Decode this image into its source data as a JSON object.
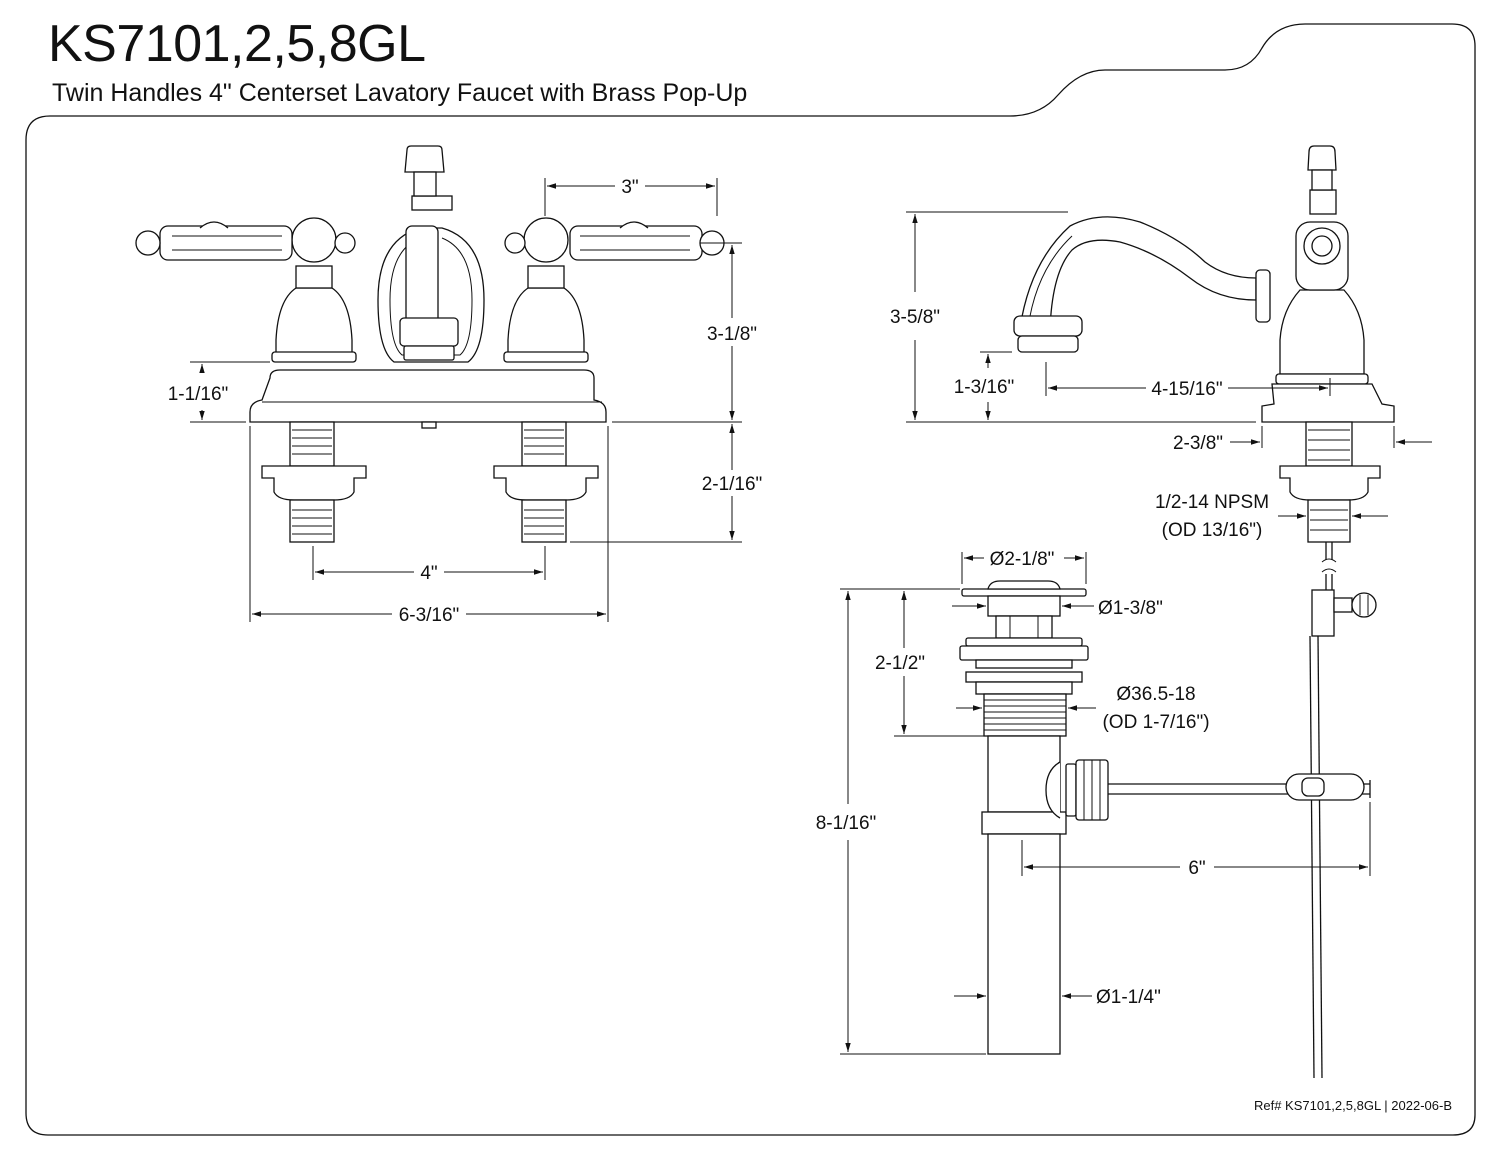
{
  "header": {
    "title": "KS7101,2,5,8GL",
    "subtitle": "Twin Handles 4\" Centerset Lavatory Faucet with Brass Pop-Up"
  },
  "front_view": {
    "dims": {
      "spread_3": "3\"",
      "height_3_1_8": "3-1/8\"",
      "base_1_1_16": "1-1/16\"",
      "shank_2_1_16": "2-1/16\"",
      "centers_4": "4\"",
      "width_6_3_16": "6-3/16\""
    }
  },
  "side_view": {
    "dims": {
      "height_3_5_8": "3-5/8\"",
      "outlet_1_3_16": "1-3/16\"",
      "reach_4_15_16": "4-15/16\"",
      "base_2_3_8": "2-3/8\"",
      "thread_npsm": "1/2-14 NPSM",
      "thread_od": "(OD 13/16\")"
    }
  },
  "drain_view": {
    "dims": {
      "flange_dia": "Ø2-1/8\"",
      "cap_dia": "Ø1-3/8\"",
      "height_2_1_2": "2-1/2\"",
      "thread": "Ø36.5-18",
      "thread_od": "(OD 1-7/16\")",
      "overall_8_1_16": "8-1/16\"",
      "rod_6": "6\"",
      "tail_dia": "Ø1-1/4\""
    }
  },
  "footer": {
    "ref": "Ref# KS7101,2,5,8GL | 2022-06-B"
  }
}
